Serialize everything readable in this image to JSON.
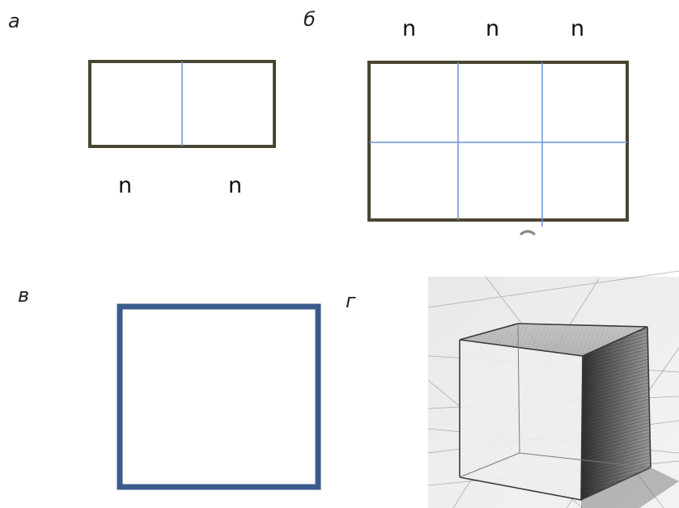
{
  "panels": {
    "a": {
      "label": "а",
      "divisions": [
        "n",
        "n"
      ]
    },
    "b": {
      "label": "б",
      "divisions": [
        "n",
        "n",
        "n"
      ]
    },
    "v": {
      "label": "в"
    },
    "g": {
      "label": "г"
    }
  },
  "colors": {
    "frame": "#4a4530",
    "grid_line": "#6b93d6",
    "square": "#3b5b8c"
  }
}
